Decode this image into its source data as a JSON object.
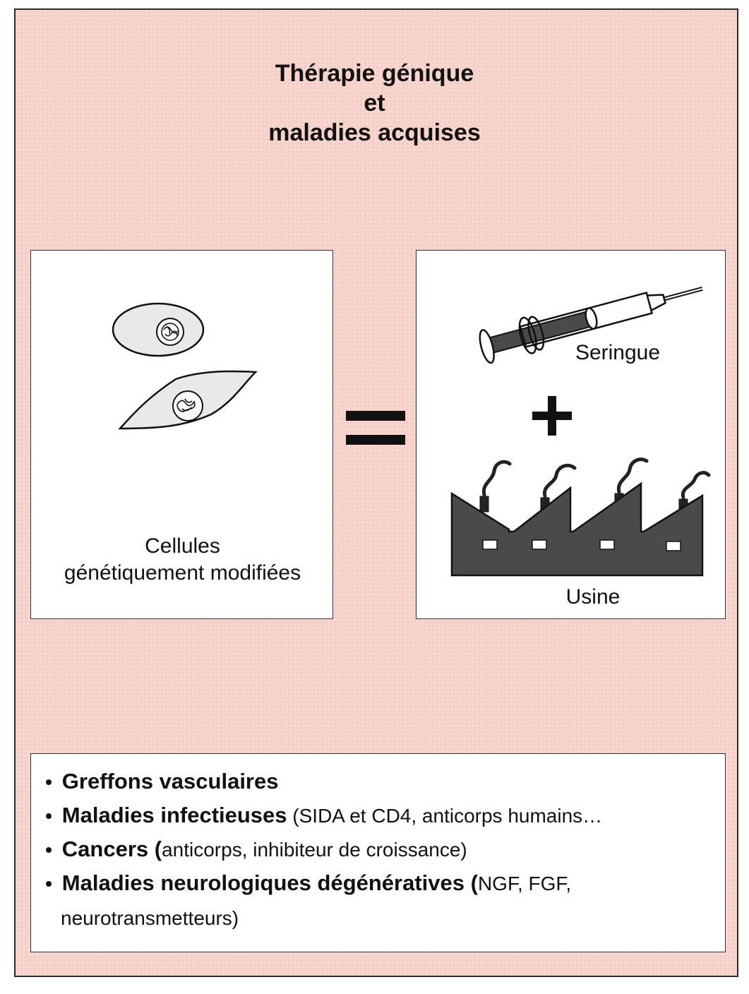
{
  "title": {
    "line1": "Thérapie génique",
    "line2": "et",
    "line3": "maladies acquises"
  },
  "left_panel": {
    "label_line1": "Cellules",
    "label_line2": "génétiquement modifiées"
  },
  "right_panel": {
    "syringe_label": "Seringue",
    "factory_label": "Usine"
  },
  "operators": {
    "equals": "=",
    "plus": "+"
  },
  "applications": [
    {
      "bullet": "•",
      "bold": "Greffons vasculaires",
      "normal": ""
    },
    {
      "bullet": "•",
      "bold": "Maladies infectieuses",
      "normal": " (SIDA et CD4, anticorps humains…"
    },
    {
      "bullet": "•",
      "bold": "Cancers (",
      "normal": "anticorps, inhibiteur de croissance)"
    },
    {
      "bullet": "•",
      "bold": "Maladies neurologiques dégénératives (",
      "normal": "NGF, FGF,"
    }
  ],
  "applications_continuation": "neurotransmetteurs)",
  "colors": {
    "background": "#f7d5cd",
    "border": "#2a2a2a",
    "factory": "#4a4a4a",
    "cell_fill": "#e9e9e9"
  }
}
